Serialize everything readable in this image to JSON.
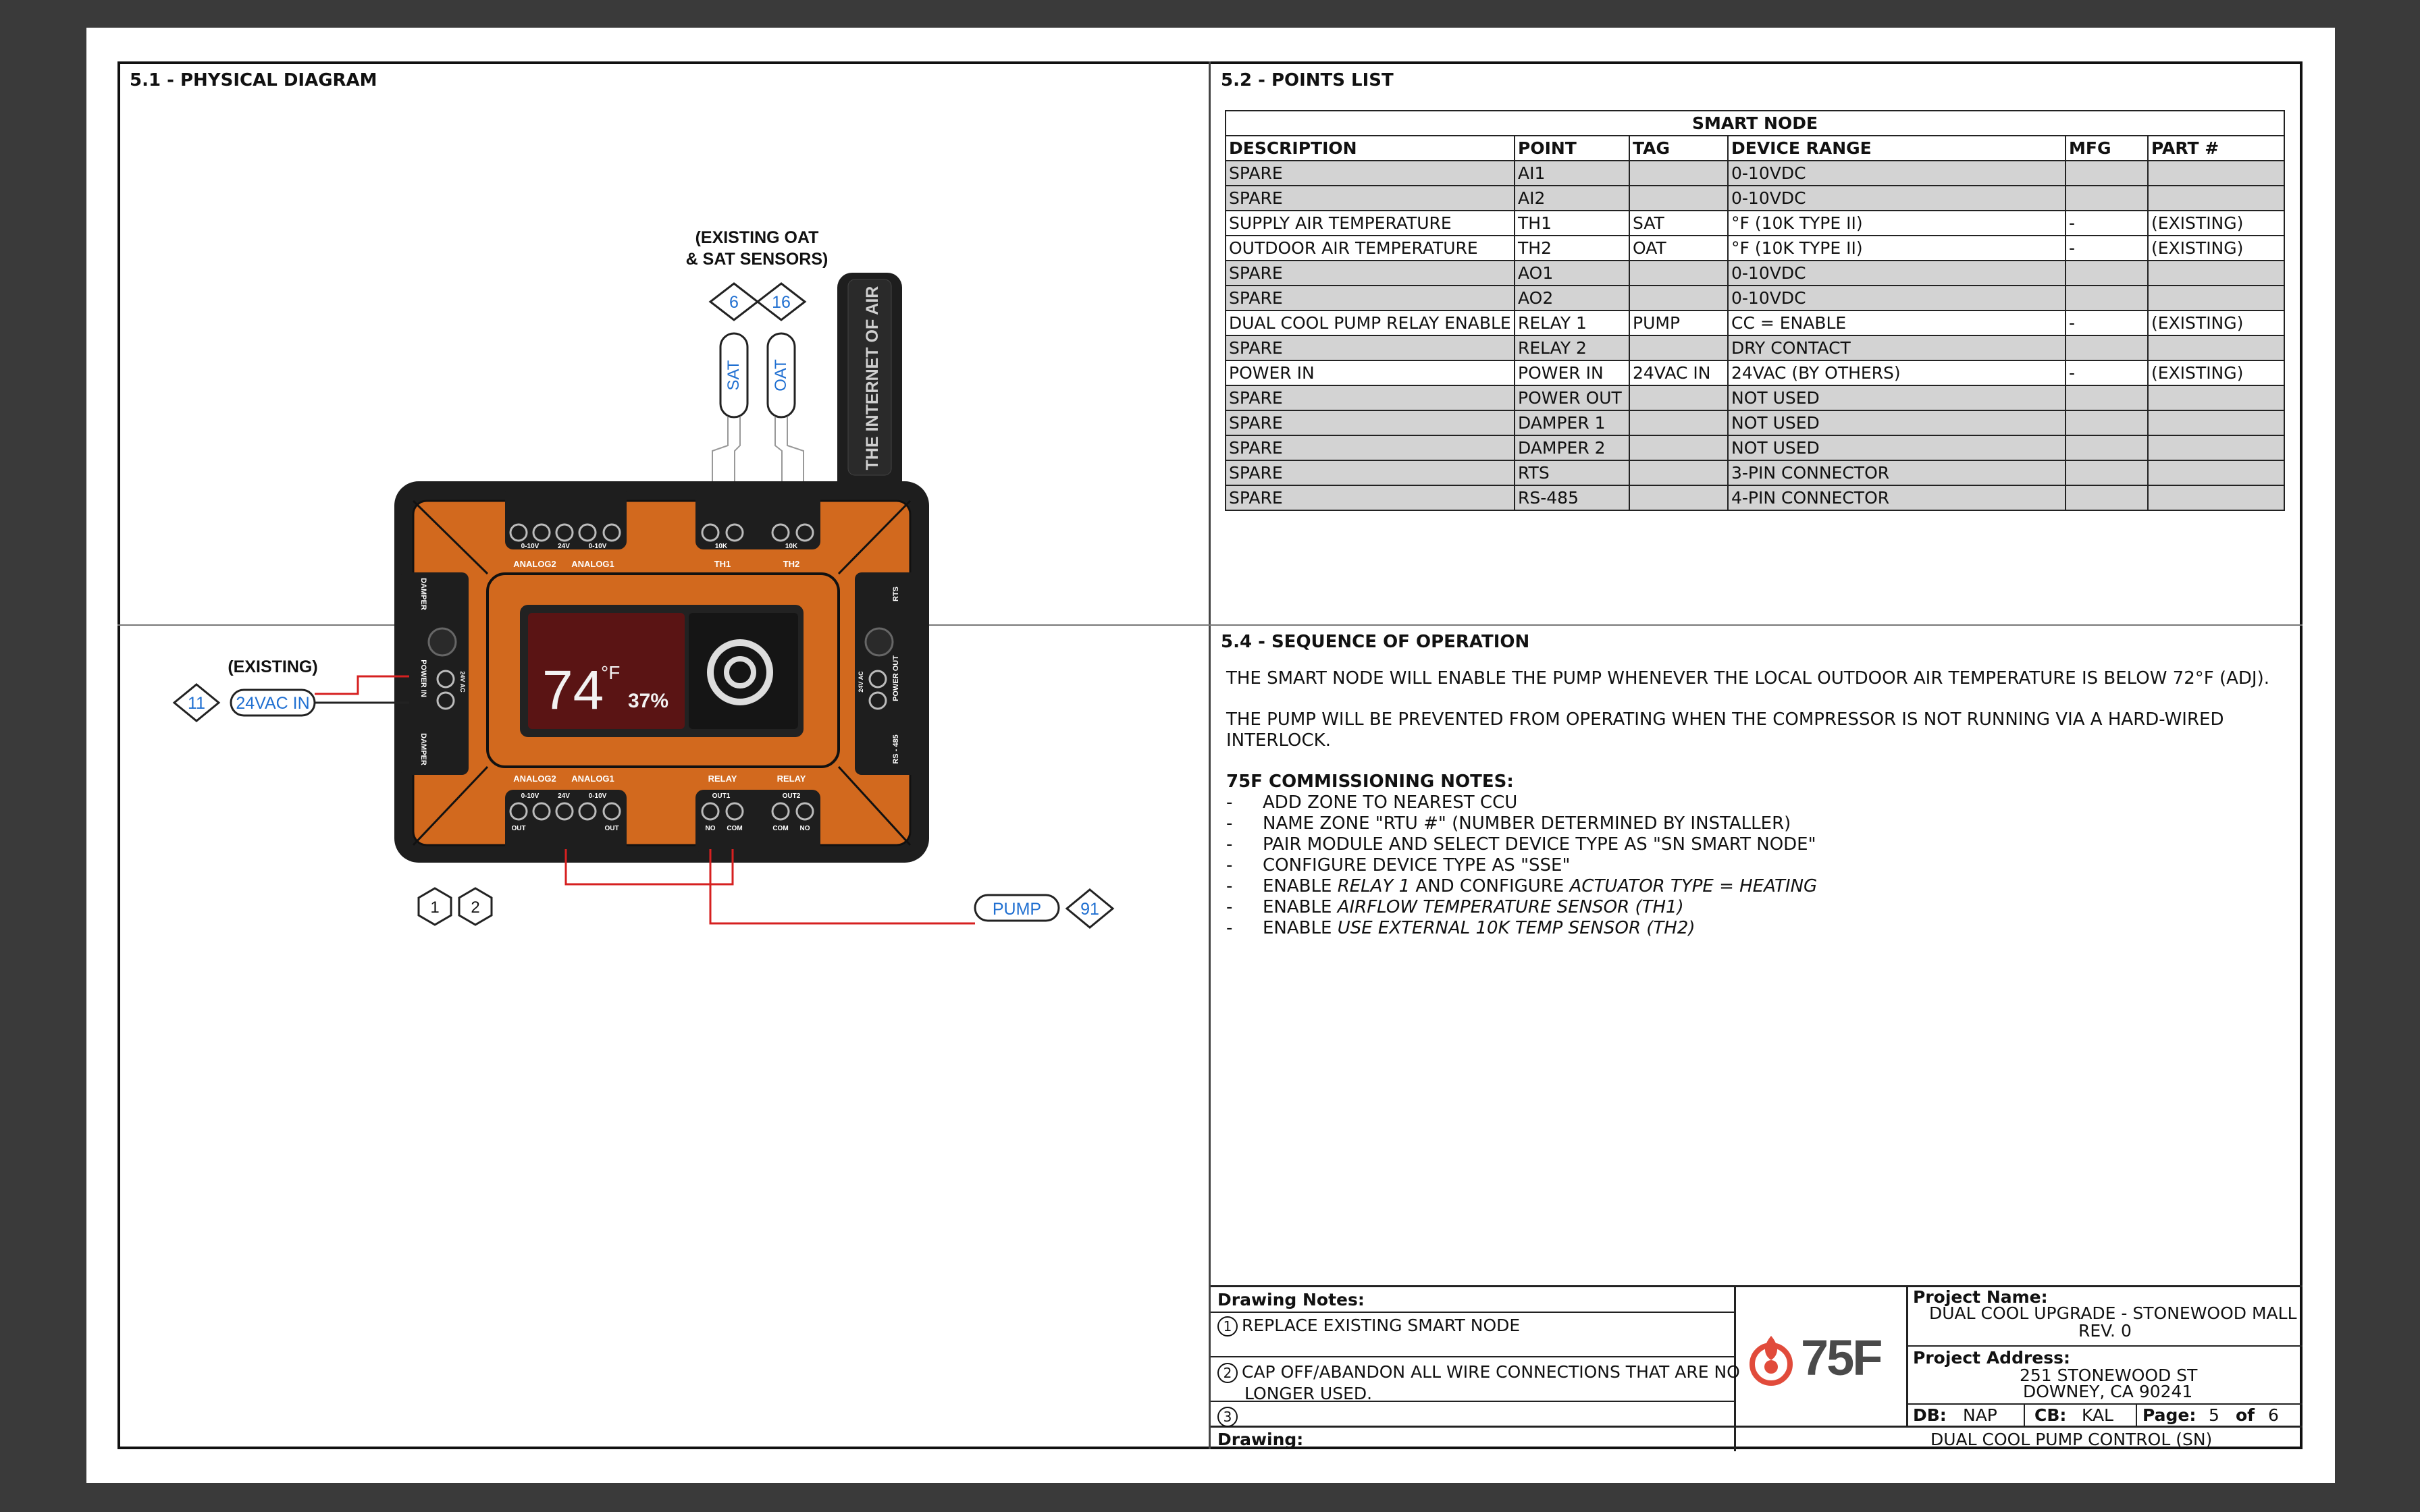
{
  "sections": {
    "physical_diagram": "5.1 - PHYSICAL DIAGRAM",
    "points_list": "5.2 - POINTS LIST",
    "sequence": "5.4 - SEQUENCE OF OPERATION"
  },
  "diagram": {
    "existing_sensors_label_1": "(EXISTING OAT",
    "existing_sensors_label_2": "& SAT SENSORS)",
    "sensor_tags": [
      "6",
      "16"
    ],
    "sensors": [
      "SAT",
      "OAT"
    ],
    "antenna_text": "THE INTERNET OF AIR",
    "existing_label": "(EXISTING)",
    "power_tag": "11",
    "power_label": "24VAC IN",
    "pump_label": "PUMP",
    "pump_tag": "91",
    "note_refs": [
      "1",
      "2"
    ],
    "screen_temp": "74",
    "screen_unit": "°F",
    "screen_humidity": "37%",
    "top_ports": [
      "ANALOG2",
      "ANALOG1",
      "TH1",
      "TH2"
    ],
    "bottom_ports": [
      "ANALOG2",
      "ANALOG1",
      "RELAY",
      "RELAY"
    ],
    "left_labels": [
      "DAMPER",
      "POWER IN",
      "DAMPER"
    ],
    "right_labels": [
      "RTS",
      "POWER OUT",
      "RS - 485"
    ],
    "port_voltage_labels": [
      "0-10V",
      "24V",
      "0-10V",
      "10K",
      "10K",
      "0-10V",
      "24V",
      "0-10V",
      "OUT1",
      "OUT2"
    ],
    "bottom_pin_labels": [
      "OUT",
      "OUT",
      "NO",
      "COM",
      "COM",
      "NO"
    ],
    "side_voltage_labels": [
      "24V AC",
      "24V AC"
    ],
    "colors": {
      "device_orange": "#d2691e",
      "device_black": "#1e1e1e",
      "wire_red": "#d62020",
      "tag_blue": "#1f6fd1"
    }
  },
  "points_table": {
    "caption": "SMART NODE",
    "headers": [
      "DESCRIPTION",
      "POINT",
      "TAG",
      "DEVICE RANGE",
      "MFG",
      "PART #"
    ],
    "rows": [
      {
        "desc": "SPARE",
        "point": "AI1",
        "tag": "",
        "range": "0-10VDC",
        "mfg": "",
        "part": "",
        "grey": true
      },
      {
        "desc": "SPARE",
        "point": "AI2",
        "tag": "",
        "range": "0-10VDC",
        "mfg": "",
        "part": "",
        "grey": true
      },
      {
        "desc": "SUPPLY AIR TEMPERATURE",
        "point": "TH1",
        "tag": "SAT",
        "range": "°F (10K TYPE II)",
        "mfg": "-",
        "part": "(EXISTING)",
        "grey": false
      },
      {
        "desc": "OUTDOOR AIR TEMPERATURE",
        "point": "TH2",
        "tag": "OAT",
        "range": "°F (10K TYPE II)",
        "mfg": "-",
        "part": "(EXISTING)",
        "grey": false
      },
      {
        "desc": "SPARE",
        "point": "AO1",
        "tag": "",
        "range": "0-10VDC",
        "mfg": "",
        "part": "",
        "grey": true
      },
      {
        "desc": "SPARE",
        "point": "AO2",
        "tag": "",
        "range": "0-10VDC",
        "mfg": "",
        "part": "",
        "grey": true
      },
      {
        "desc": "DUAL COOL PUMP RELAY ENABLE",
        "point": "RELAY 1",
        "tag": "PUMP",
        "range": "CC = ENABLE",
        "mfg": "-",
        "part": "(EXISTING)",
        "grey": false
      },
      {
        "desc": "SPARE",
        "point": "RELAY 2",
        "tag": "",
        "range": "DRY CONTACT",
        "mfg": "",
        "part": "",
        "grey": true
      },
      {
        "desc": "POWER IN",
        "point": "POWER IN",
        "tag": "24VAC IN",
        "range": "24VAC (BY OTHERS)",
        "mfg": "-",
        "part": "(EXISTING)",
        "grey": false
      },
      {
        "desc": "SPARE",
        "point": "POWER OUT",
        "tag": "",
        "range": "NOT USED",
        "mfg": "",
        "part": "",
        "grey": true
      },
      {
        "desc": "SPARE",
        "point": "DAMPER 1",
        "tag": "",
        "range": "NOT USED",
        "mfg": "",
        "part": "",
        "grey": true
      },
      {
        "desc": "SPARE",
        "point": "DAMPER 2",
        "tag": "",
        "range": "NOT USED",
        "mfg": "",
        "part": "",
        "grey": true
      },
      {
        "desc": "SPARE",
        "point": "RTS",
        "tag": "",
        "range": "3-PIN CONNECTOR",
        "mfg": "",
        "part": "",
        "grey": true
      },
      {
        "desc": "SPARE",
        "point": "RS-485",
        "tag": "",
        "range": "4-PIN CONNECTOR",
        "mfg": "",
        "part": "",
        "grey": true
      }
    ]
  },
  "sequence": {
    "para1": "THE SMART NODE WILL ENABLE THE PUMP WHENEVER THE LOCAL OUTDOOR AIR TEMPERATURE IS BELOW 72°F (ADJ).",
    "para2": "THE PUMP WILL BE PREVENTED FROM OPERATING WHEN THE COMPRESSOR IS NOT RUNNING VIA A HARD-WIRED INTERLOCK.",
    "notes_title": "75F COMMISSIONING NOTES:",
    "dash": "-",
    "notes": [
      {
        "plain": "ADD ZONE TO NEAREST CCU"
      },
      {
        "plain": "NAME ZONE \"RTU #\" (NUMBER DETERMINED BY INSTALLER)"
      },
      {
        "plain": "PAIR MODULE AND SELECT DEVICE TYPE AS \"SN SMART NODE\""
      },
      {
        "plain": "CONFIGURE DEVICE TYPE AS \"SSE\""
      },
      {
        "pre": "ENABLE ",
        "it1": "RELAY 1",
        "mid": " AND CONFIGURE ",
        "it2": "ACTUATOR TYPE = HEATING"
      },
      {
        "pre": "ENABLE ",
        "it1": "AIRFLOW TEMPERATURE SENSOR (TH1)"
      },
      {
        "pre": "ENABLE ",
        "it1": "USE EXTERNAL 10K TEMP SENSOR (TH2)"
      }
    ]
  },
  "title_block": {
    "drawing_notes_title": "Drawing Notes:",
    "notes": [
      {
        "num": "1",
        "text": "REPLACE EXISTING SMART NODE"
      },
      {
        "num": "2",
        "text": "CAP OFF/ABANDON ALL WIRE CONNECTIONS THAT ARE NO"
      },
      {
        "num": "",
        "text": "LONGER USED."
      },
      {
        "num": "3",
        "text": ""
      }
    ],
    "logo_text": "75F",
    "project_name_label": "Project Name:",
    "project_name": "DUAL COOL UPGRADE - STONEWOOD MALL",
    "revision": "REV. 0",
    "project_address_label": "Project Address:",
    "address_1": "251 STONEWOOD ST",
    "address_2": "DOWNEY, CA 90241",
    "db_label": "DB:",
    "db": "NAP",
    "cb_label": "CB:",
    "cb": "KAL",
    "page_label": "Page:",
    "page": "5",
    "of_label": "of",
    "pages": "6",
    "drawing_label": "Drawing:",
    "drawing": "DUAL COOL PUMP CONTROL (SN)"
  }
}
